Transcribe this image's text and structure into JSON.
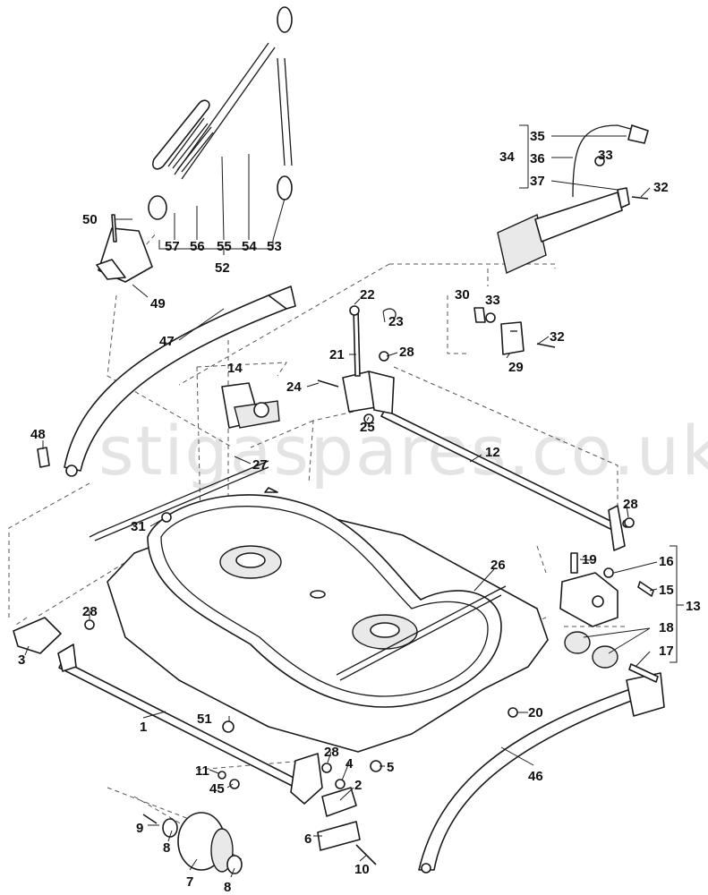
{
  "watermark": "stigaspares.co.uk",
  "callouts": {
    "c1": "1",
    "c2": "2",
    "c3": "3",
    "c4": "4",
    "c5": "5",
    "c6": "6",
    "c7": "7",
    "c8a": "8",
    "c8b": "8",
    "c9": "9",
    "c10": "10",
    "c11": "11",
    "c12": "12",
    "c13": "13",
    "c14": "14",
    "c15": "15",
    "c16": "16",
    "c17": "17",
    "c18": "18",
    "c19": "19",
    "c20": "20",
    "c21": "21",
    "c22": "22",
    "c23": "23",
    "c24": "24",
    "c25": "25",
    "c26": "26",
    "c27": "27",
    "c28a": "28",
    "c28b": "28",
    "c28c": "28",
    "c28d": "28",
    "c29": "29",
    "c30": "30",
    "c31": "31",
    "c32a": "32",
    "c32b": "32",
    "c33a": "33",
    "c33b": "33",
    "c34": "34",
    "c35": "35",
    "c36": "36",
    "c37": "37",
    "c45": "45",
    "c46": "46",
    "c47": "47",
    "c48": "48",
    "c49": "49",
    "c50": "50",
    "c51": "51",
    "c52": "52",
    "c53": "53",
    "c54": "54",
    "c55": "55",
    "c56": "56",
    "c57": "57"
  }
}
